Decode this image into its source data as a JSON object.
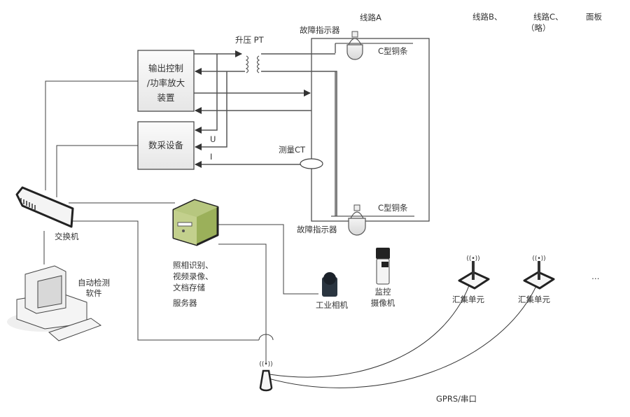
{
  "title": "故障指示器自动检测系统结构图",
  "top_labels": {
    "line_a": "线路A",
    "line_b": "线路B、",
    "line_c": "线路C、",
    "omitted": "（略）",
    "panel": "面板"
  },
  "devices": {
    "output_control": {
      "line1": "输出控制",
      "line2": "/功率放大",
      "line3": "装置"
    },
    "daq": "数采设备",
    "pt": "升压 PT",
    "ct": "测量CT",
    "fault_indicator_top": "故障指示器",
    "fault_indicator_bottom": "故障指示器",
    "copper_bar_top": "C型铜条",
    "copper_bar_bottom": "C型铜条",
    "switch": "交换机",
    "pc": {
      "line1": "自动检测",
      "line2": "软件"
    },
    "server": {
      "line1": "照相识别、",
      "line2": "视频录像、",
      "line3": "文档存储",
      "line4": "服务器"
    },
    "industrial_camera": "工业相机",
    "monitor_camera": {
      "line1": "监控",
      "line2": "摄像机"
    },
    "collector_1": "汇集单元",
    "collector_2": "汇集单元",
    "ellipsis": "…"
  },
  "signals": {
    "u": "U",
    "i": "I",
    "link": "GPRS/串口"
  },
  "colors": {
    "line": "#404040",
    "box_fill": "#f2f2f2",
    "server_green": "#9bb05a",
    "server_dark": "#7a8f3a"
  }
}
